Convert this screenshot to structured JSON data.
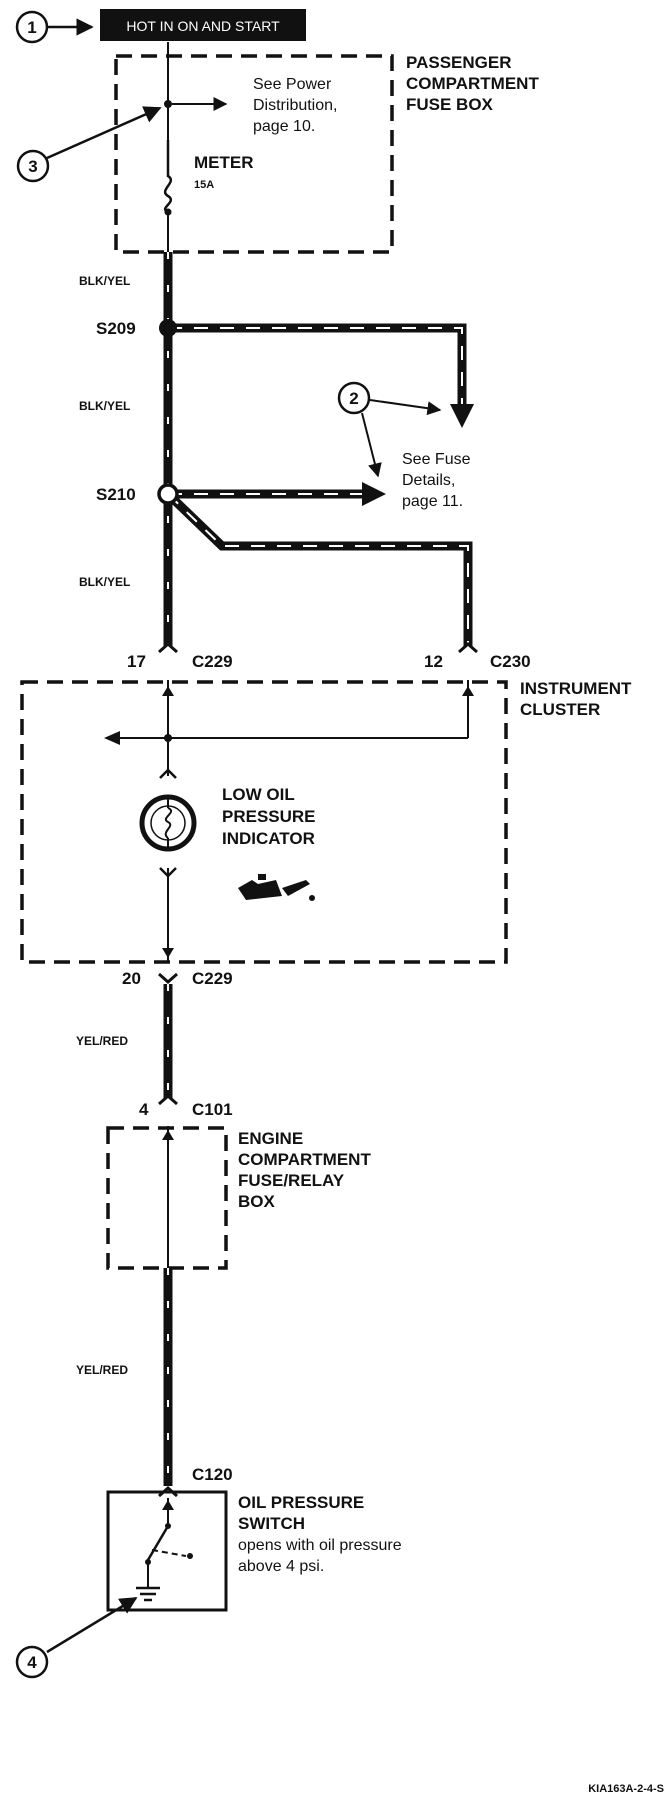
{
  "header": {
    "text": "HOT IN ON AND START"
  },
  "callouts": [
    "1",
    "2",
    "3",
    "4"
  ],
  "passenger_box": {
    "title_lines": [
      "PASSENGER",
      "COMPARTMENT",
      "FUSE BOX"
    ],
    "ref_lines": [
      "See Power",
      "Distribution,",
      "page 10."
    ],
    "fuse_name": "METER",
    "fuse_rating": "15A"
  },
  "wires": {
    "blk_yel": "BLK/YEL",
    "yel_red": "YEL/RED"
  },
  "splices": {
    "s209": "S209",
    "s210": "S210"
  },
  "fuse_ref": [
    "See Fuse",
    "Details,",
    "page 11."
  ],
  "connectors": {
    "c229": "C229",
    "c230": "C230",
    "c101": "C101",
    "c120": "C120",
    "pin_17": "17",
    "pin_12": "12",
    "pin_20": "20",
    "pin_4": "4"
  },
  "cluster": {
    "title_lines": [
      "INSTRUMENT",
      "CLUSTER"
    ],
    "indicator_lines": [
      "LOW OIL",
      "PRESSURE",
      "INDICATOR"
    ]
  },
  "engine_box": {
    "title_lines": [
      "ENGINE",
      "COMPARTMENT",
      "FUSE/RELAY",
      "BOX"
    ]
  },
  "switch": {
    "title_lines": [
      "OIL PRESSURE",
      "SWITCH"
    ],
    "desc_lines": [
      "opens with oil pressure",
      "above 4 psi."
    ]
  },
  "footer_code": "KIA163A-2-4-S"
}
